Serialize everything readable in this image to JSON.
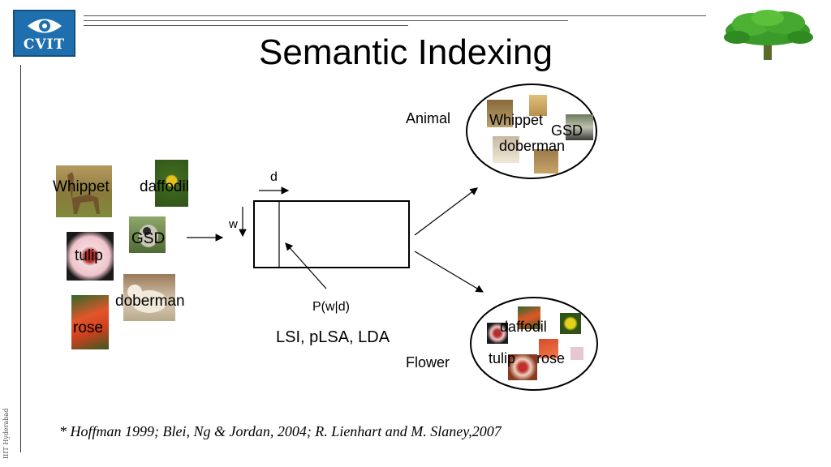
{
  "slide": {
    "title": "Semantic Indexing",
    "logo_text": "CVIT",
    "side_text": "IIIT Hyderabad",
    "citation": "* Hoffman 1999; Blei, Ng & Jordan, 2004; R. Lienhart and M. Slaney,2007"
  },
  "input_images": [
    {
      "label": "Whippet",
      "icon": "whippet-photo"
    },
    {
      "label": "daffodil",
      "icon": "daffodil-photo"
    },
    {
      "label": "GSD",
      "icon": "gsd-photo"
    },
    {
      "label": "tulip",
      "icon": "tulip-photo"
    },
    {
      "label": "doberman",
      "icon": "doberman-photo"
    },
    {
      "label": "rose",
      "icon": "rose-photo"
    }
  ],
  "matrix": {
    "col_label": "d",
    "row_label": "w",
    "cell_label": "P(w|d)",
    "methods": "LSI, pLSA, LDA"
  },
  "clusters": {
    "animal": {
      "name": "Animal",
      "labels": [
        "Whippet",
        "GSD",
        "doberman"
      ]
    },
    "flower": {
      "name": "Flower",
      "labels": [
        "daffodil",
        "tulip",
        "rose"
      ]
    }
  },
  "colors": {
    "logo_blue": "#1f6fae",
    "tree_green": "#3a9a2a"
  }
}
